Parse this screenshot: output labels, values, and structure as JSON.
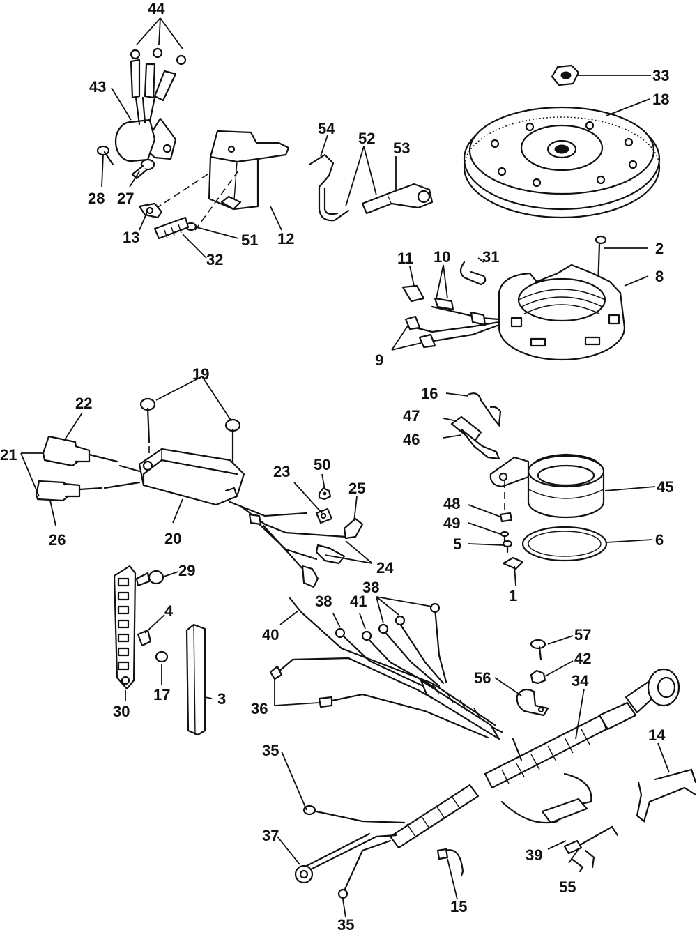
{
  "diagram": {
    "callouts": {
      "c1": "1",
      "c2": "2",
      "c3": "3",
      "c4": "4",
      "c5": "5",
      "c6": "6",
      "c8": "8",
      "c9": "9",
      "c10": "10",
      "c11": "11",
      "c12": "12",
      "c13": "13",
      "c14": "14",
      "c15": "15",
      "c16": "16",
      "c17": "17",
      "c18": "18",
      "c19": "19",
      "c20": "20",
      "c21": "21",
      "c22": "22",
      "c23": "23",
      "c24": "24",
      "c25": "25",
      "c26": "26",
      "c27": "27",
      "c28": "28",
      "c29": "29",
      "c30": "30",
      "c31": "31",
      "c32": "32",
      "c33": "33",
      "c34": "34",
      "c35a": "35",
      "c35b": "35",
      "c36": "36",
      "c37": "37",
      "c38a": "38",
      "c38b": "38",
      "c39": "39",
      "c40": "40",
      "c41": "41",
      "c42": "42",
      "c43": "43",
      "c44": "44",
      "c45": "45",
      "c46": "46",
      "c47": "47",
      "c48": "48",
      "c49": "49",
      "c50": "50",
      "c51": "51",
      "c52": "52",
      "c53": "53",
      "c54": "54",
      "c55": "55",
      "c56": "56",
      "c57": "57"
    },
    "colors": {
      "line": "#111111",
      "background": "#ffffff"
    }
  }
}
